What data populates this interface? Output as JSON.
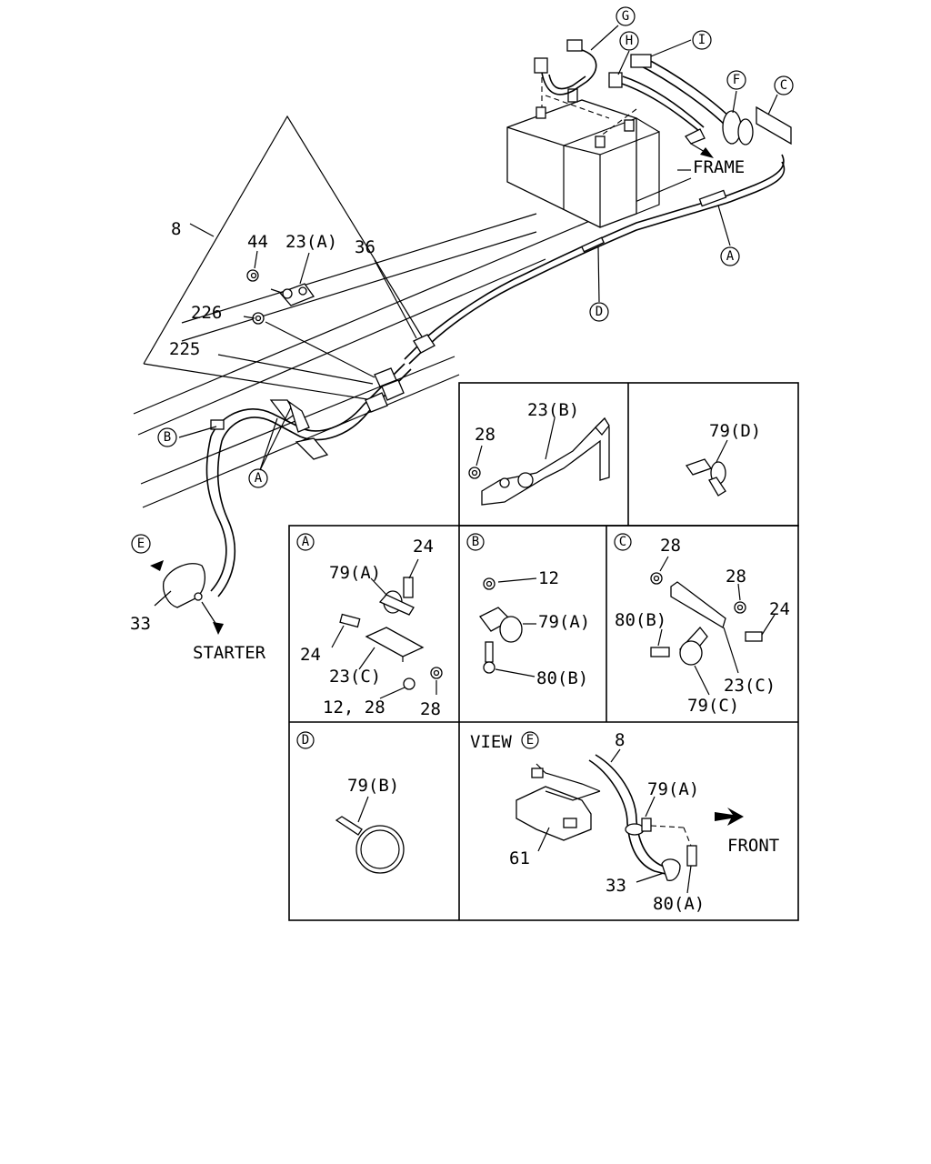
{
  "labels": {
    "main": {
      "l8": "8",
      "l44": "44",
      "l23a": "23(A)",
      "l36": "36",
      "l226": "226",
      "l225": "225",
      "lB": "B",
      "lA1": "A",
      "lE": "E",
      "l33": "33",
      "starter": "STARTER",
      "lG": "G",
      "lH": "H",
      "lI": "I",
      "lF": "F",
      "lC": "C",
      "frame": "FRAME",
      "lA2": "A",
      "lD": "D"
    },
    "panel_23b": {
      "l23b": "23(B)",
      "l28": "28"
    },
    "panel_79d": {
      "l79d": "79(D)"
    },
    "panel_A": {
      "tag": "A",
      "l79a": "79(A)",
      "l24a": "24",
      "l24b": "24",
      "l23c": "23(C)",
      "l1228": "12, 28",
      "l28": "28"
    },
    "panel_B": {
      "tag": "B",
      "l12": "12",
      "l79a": "79(A)",
      "l80b": "80(B)"
    },
    "panel_C": {
      "tag": "C",
      "l28a": "28",
      "l28b": "28",
      "l24": "24",
      "l80b": "80(B)",
      "l23c": "23(C)",
      "l79c": "79(C)"
    },
    "panel_D": {
      "tag": "D",
      "l79b": "79(B)"
    },
    "panel_E": {
      "view": "VIEW",
      "tag": "E",
      "l8": "8",
      "l79a": "79(A)",
      "front": "FRONT",
      "l61": "61",
      "l33": "33",
      "l80a": "80(A)"
    }
  }
}
